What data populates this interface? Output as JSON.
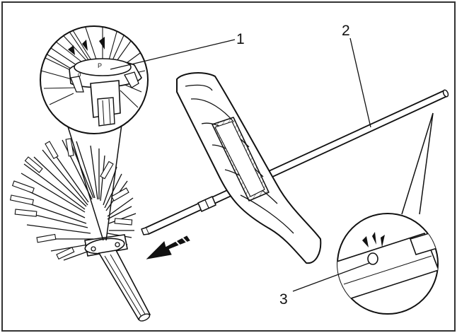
{
  "callouts": [
    {
      "id": "1",
      "label": "1"
    },
    {
      "id": "2",
      "label": "2"
    },
    {
      "id": "3",
      "label": "3"
    }
  ],
  "colors": {
    "line": "#111111",
    "frame": "#333333",
    "paper": "#ffffff",
    "shade": "#d9d9d9"
  }
}
